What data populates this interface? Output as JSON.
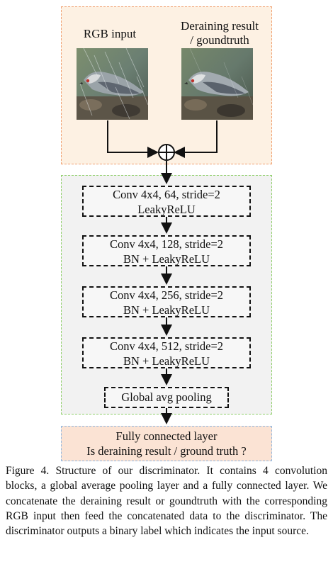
{
  "inputs": {
    "rgb_label": "RGB input",
    "result_label_line1": "Deraining result",
    "result_label_line2": "/ goundtruth"
  },
  "layers": [
    {
      "line1": "Conv 4x4, 64, stride=2",
      "line2": "LeakyReLU"
    },
    {
      "line1": "Conv 4x4, 128, stride=2",
      "line2": "BN + LeakyReLU"
    },
    {
      "line1": "Conv 4x4, 256, stride=2",
      "line2": "BN + LeakyReLU"
    },
    {
      "line1": "Conv 4x4, 512, stride=2",
      "line2": "BN + LeakyReLU"
    },
    {
      "line1": "Global avg pooling"
    }
  ],
  "output": {
    "line1": "Fully connected layer",
    "line2": "Is deraining result / ground truth ?"
  },
  "caption": "Figure 4. Structure of our discriminator. It contains 4 convolution blocks, a global average pooling layer and a fully connected layer. We concatenate the deraining result or goundtruth with the corresponding RGB input then feed the concatenated data to the discriminator. The discriminator outputs a binary label which indicates the input source."
}
